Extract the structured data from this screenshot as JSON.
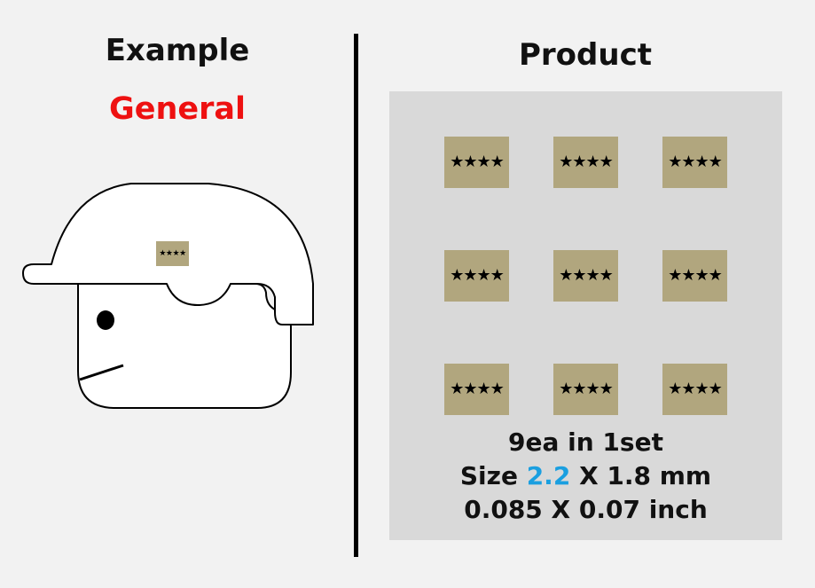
{
  "left": {
    "title": "Example",
    "subtitle": "General",
    "subtitle_color": "#ee1111"
  },
  "right": {
    "title": "Product"
  },
  "patch": {
    "stars": "★★★★",
    "color": "#b1a67e",
    "count_grid": 9
  },
  "info": {
    "line1": "9ea in 1set",
    "size_prefix": "Size",
    "size_width": "2.2",
    "size_rest": "X 1.8 mm",
    "line3": "0.085 X 0.07 inch",
    "accent_color": "#1a9fe0"
  }
}
